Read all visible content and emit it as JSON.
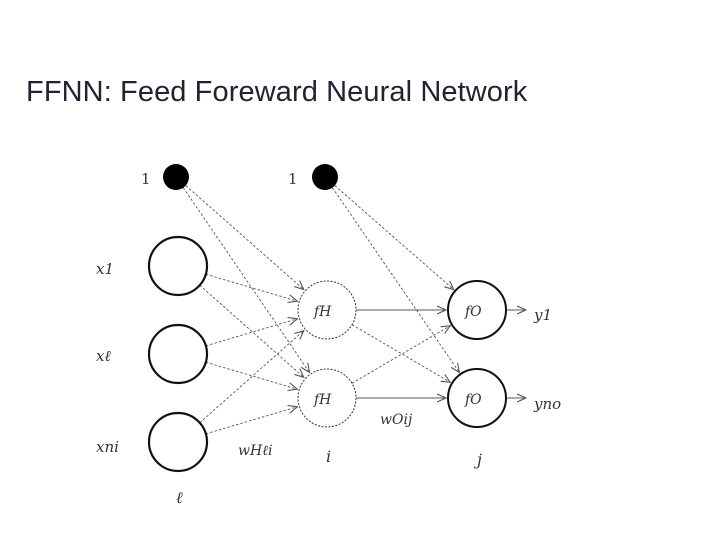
{
  "slide": {
    "title": "FFNN: Feed Foreward Neural Network"
  },
  "diagram": {
    "bias_labels": [
      "1",
      "1"
    ],
    "input_labels": [
      "x1",
      "xℓ",
      "xni"
    ],
    "hidden_node_labels": [
      "fH",
      "fH"
    ],
    "output_node_labels": [
      "fO",
      "fO"
    ],
    "output_labels": [
      "y1",
      "yno"
    ],
    "weight_labels": {
      "hidden": "wHℓi",
      "output": "wOij"
    },
    "layer_index_labels": {
      "input": "ℓ",
      "hidden": "i",
      "output": "j"
    }
  },
  "colors": {
    "title": "#222233",
    "stroke": "#111111",
    "arrow": "#555555"
  }
}
